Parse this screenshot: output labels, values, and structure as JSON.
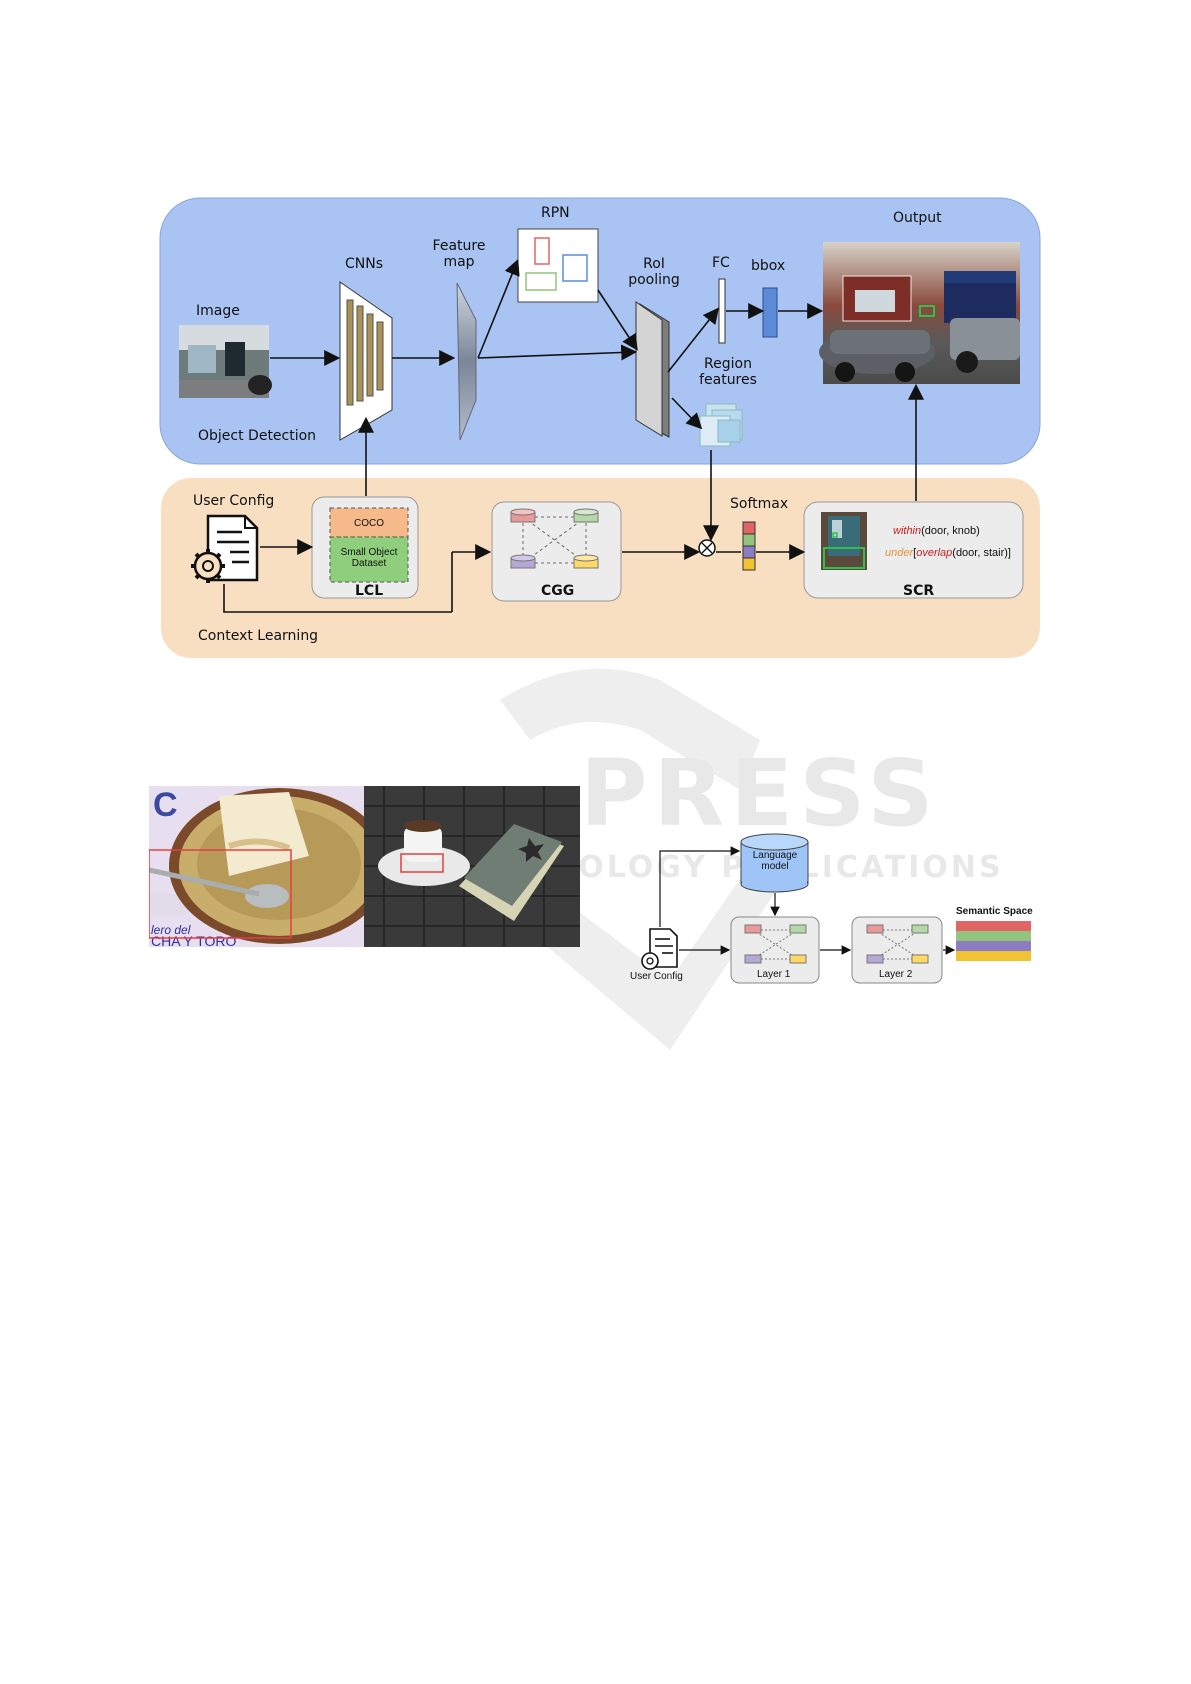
{
  "colors": {
    "detection_bg": "#a9c3f2",
    "context_bg": "#f9dfc2",
    "box_grey": "#ececec",
    "coco_orange": "#f5b98a",
    "small_obj_green": "#8fce7c",
    "slot_red": "#e06666",
    "slot_green": "#93c47d",
    "slot_purple": "#8e7cc3",
    "slot_yellow": "#f1c232",
    "bbox_blue": "#5b8bd6"
  },
  "diagram1": {
    "section_top": "Object Detection",
    "section_bottom": "Context Learning",
    "image_label": "Image",
    "cnn_label": "CNNs",
    "feature_map_label": "Feature map",
    "rpn_label": "RPN",
    "roi_label": "RoI pooling",
    "fc_label": "FC",
    "bbox_label": "bbox",
    "region_features_label": "Region features",
    "output_label": "Output",
    "user_config_label": "User Config",
    "coco_label": "COCO",
    "small_object_label": "Small Object Dataset",
    "lcl_label": "LCL",
    "cgg_label": "CGG",
    "softmax_label": "Softmax",
    "scr_label": "SCR",
    "rule1_fn": "within",
    "rule1_args": "(door, knob)",
    "rule2_fn1": "under",
    "rule2_bracket": "[",
    "rule2_fn2": "overlap",
    "rule2_args": "(door, stair)]"
  },
  "diagram2": {
    "language_model_label": "Language model",
    "user_config_label": "User Config",
    "layer1_label": "Layer 1",
    "layer2_label": "Layer 2",
    "semantic_space_label": "Semantic Space"
  },
  "watermark": {
    "line1": "PRESS",
    "line2": "TECHNOLOGY PUBLICATIONS"
  }
}
